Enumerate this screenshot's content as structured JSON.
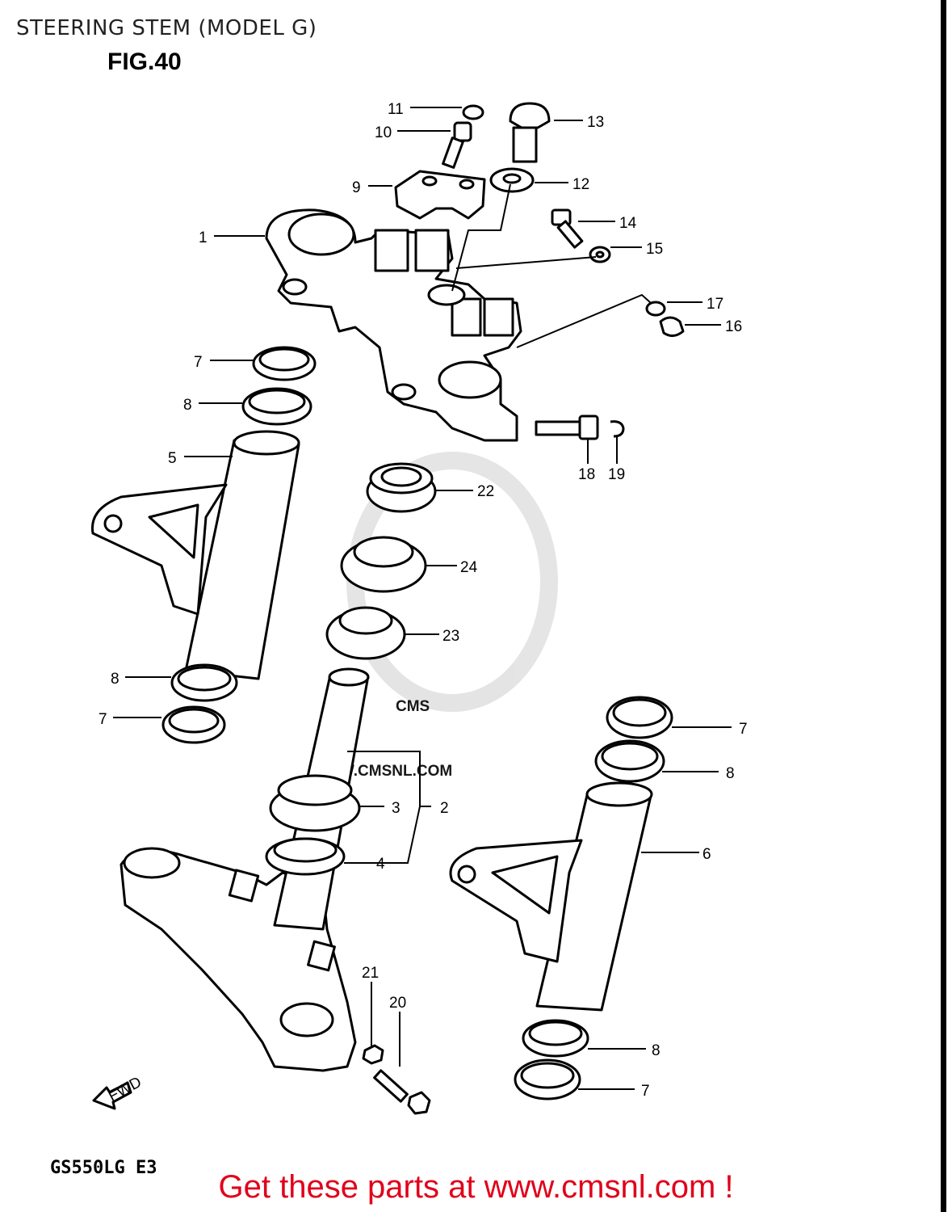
{
  "page": {
    "title": "STEERING STEM (MODEL G)",
    "figure": "FIG.40",
    "model_code": "GS550LG E3",
    "footer_text": "Get these parts at www.cmsnl.com !",
    "fwd_label": "FWD"
  },
  "watermark": {
    "brand": "CMS",
    "url": "WWW.CMSNL.COM"
  },
  "callouts": {
    "c1": "1",
    "c2": "2",
    "c3": "3",
    "c4": "4",
    "c5": "5",
    "c6": "6",
    "c7a": "7",
    "c7b": "7",
    "c7c": "7",
    "c7d": "7",
    "c8a": "8",
    "c8b": "8",
    "c8c": "8",
    "c8d": "8",
    "c9": "9",
    "c10": "10",
    "c11": "11",
    "c12": "12",
    "c13": "13",
    "c14": "14",
    "c15": "15",
    "c16": "16",
    "c17": "17",
    "c18": "18",
    "c19": "19",
    "c20": "20",
    "c21": "21",
    "c22": "22",
    "c23": "23",
    "c24": "24"
  },
  "colors": {
    "footer": "#e1001a",
    "watermark": "#d6d6d6",
    "line": "#000000"
  }
}
